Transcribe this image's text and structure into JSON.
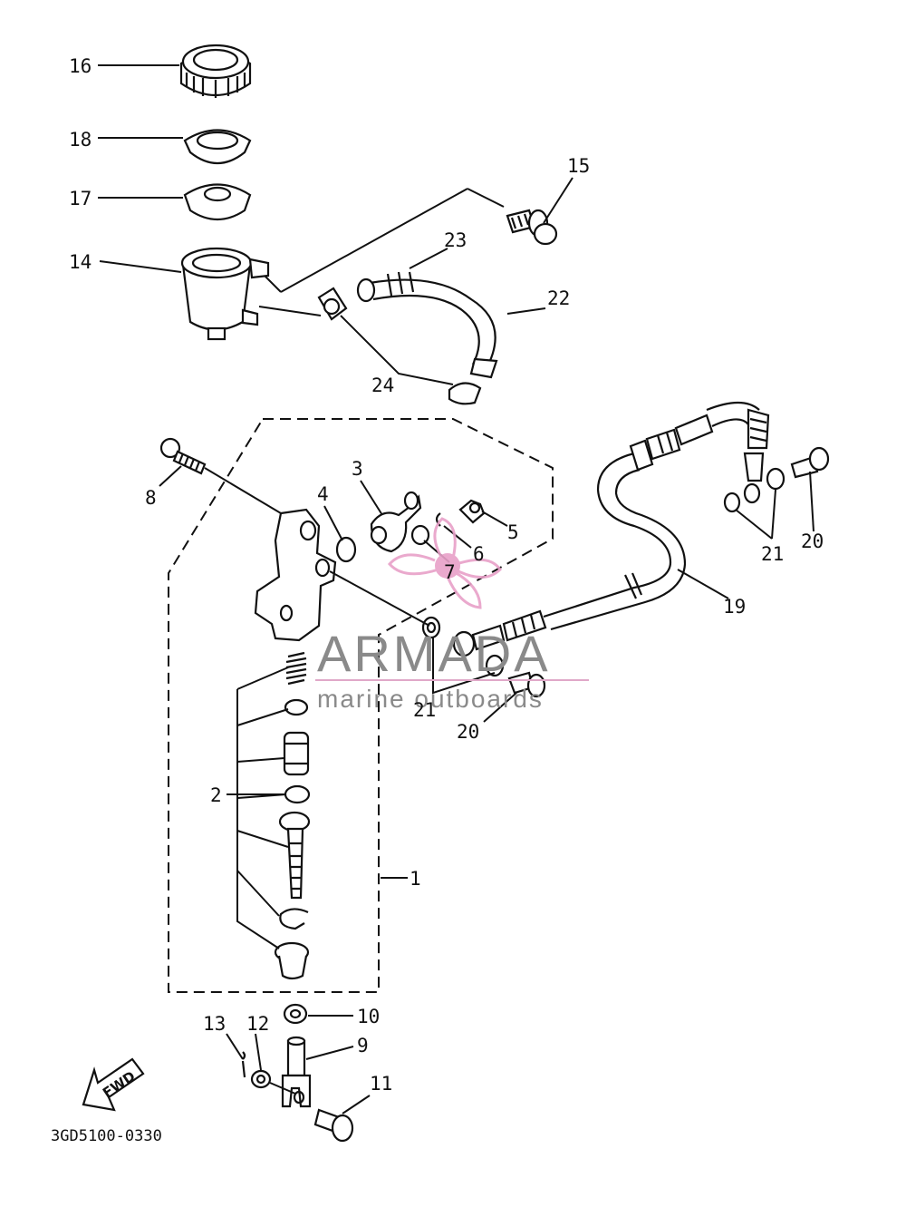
{
  "diagram": {
    "code": "3GD5100-0330",
    "direction_label": "FWD",
    "callouts": [
      {
        "id": "c16",
        "text": "16"
      },
      {
        "id": "c18",
        "text": "18"
      },
      {
        "id": "c17",
        "text": "17"
      },
      {
        "id": "c14",
        "text": "14"
      },
      {
        "id": "c15",
        "text": "15"
      },
      {
        "id": "c23",
        "text": "23"
      },
      {
        "id": "c22",
        "text": "22"
      },
      {
        "id": "c24",
        "text": "24"
      },
      {
        "id": "c8",
        "text": "8"
      },
      {
        "id": "c3",
        "text": "3"
      },
      {
        "id": "c4",
        "text": "4"
      },
      {
        "id": "c5",
        "text": "5"
      },
      {
        "id": "c6",
        "text": "6"
      },
      {
        "id": "c7",
        "text": "7"
      },
      {
        "id": "c19",
        "text": "19"
      },
      {
        "id": "c20a",
        "text": "20"
      },
      {
        "id": "c21a",
        "text": "21"
      },
      {
        "id": "c21b",
        "text": "21"
      },
      {
        "id": "c20b",
        "text": "20"
      },
      {
        "id": "c2",
        "text": "2"
      },
      {
        "id": "c1",
        "text": "1"
      },
      {
        "id": "c10",
        "text": "10"
      },
      {
        "id": "c9",
        "text": "9"
      },
      {
        "id": "c13",
        "text": "13"
      },
      {
        "id": "c12",
        "text": "12"
      },
      {
        "id": "c11",
        "text": "11"
      }
    ]
  },
  "watermark": {
    "title": "ARMADA",
    "subtitle": "marine outboards",
    "logo_color": "#e8a0c8",
    "line_color": "#e0a8c8"
  }
}
